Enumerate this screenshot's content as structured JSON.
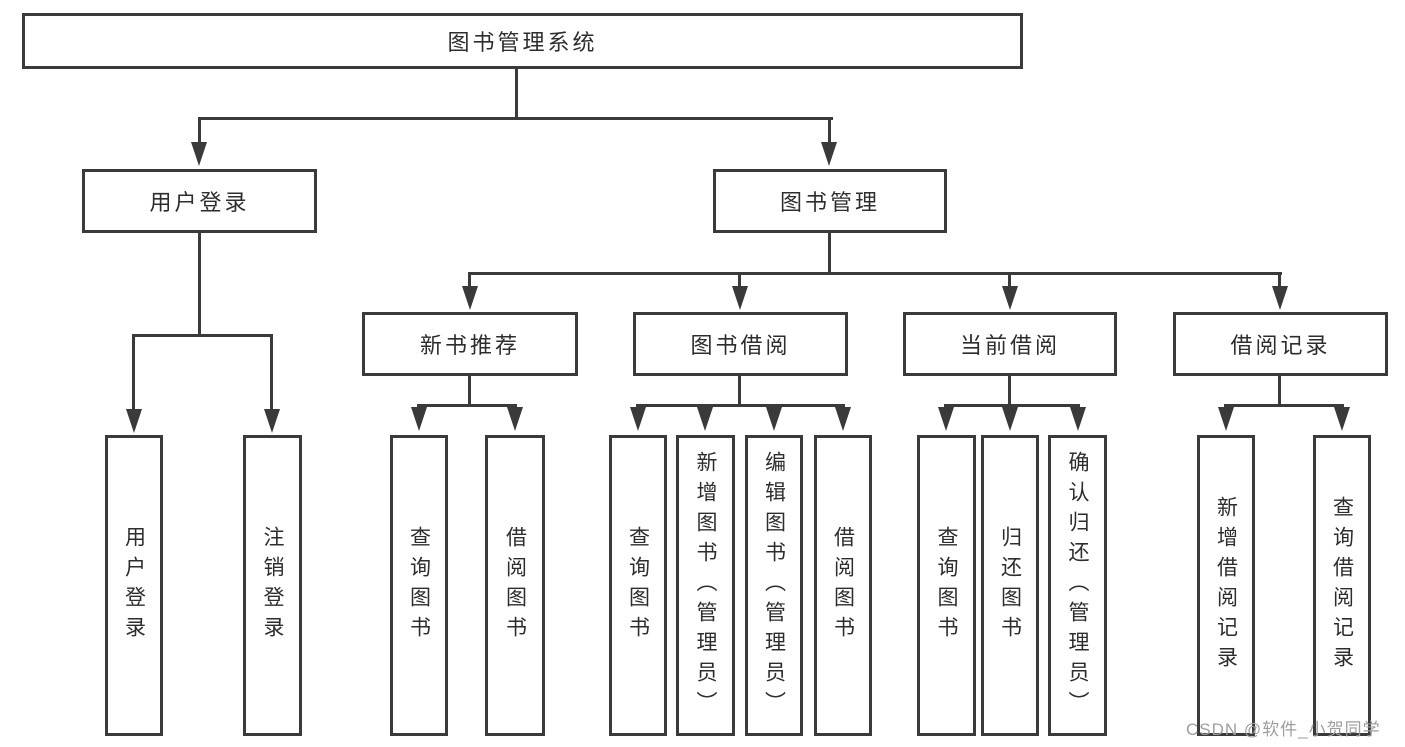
{
  "diagram": {
    "title": "图书管理系统",
    "watermark": "CSDN @软件_小贺同学",
    "colors": {
      "line": "#3a3a3a",
      "text": "#2d2d2d",
      "box_background": "#ffffff",
      "watermark": "#9e9e9e",
      "page_background": "#ffffff"
    },
    "nodes": {
      "root": {
        "label": "图书管理系统"
      },
      "level2": [
        {
          "label": "用户登录"
        },
        {
          "label": "图书管理"
        }
      ],
      "level3": [
        {
          "label": "新书推荐",
          "parent": "图书管理"
        },
        {
          "label": "图书借阅",
          "parent": "图书管理"
        },
        {
          "label": "当前借阅",
          "parent": "图书管理"
        },
        {
          "label": "借阅记录",
          "parent": "图书管理"
        }
      ],
      "leaves": [
        {
          "label": "用户登录",
          "parent": "用户登录"
        },
        {
          "label": "注销登录",
          "parent": "用户登录"
        },
        {
          "label": "查询图书",
          "parent": "新书推荐"
        },
        {
          "label": "借阅图书",
          "parent": "新书推荐"
        },
        {
          "label": "查询图书",
          "parent": "图书借阅"
        },
        {
          "label": "新增图书（管理员）",
          "parent": "图书借阅"
        },
        {
          "label": "编辑图书（管理员）",
          "parent": "图书借阅"
        },
        {
          "label": "借阅图书",
          "parent": "图书借阅"
        },
        {
          "label": "查询图书",
          "parent": "当前借阅"
        },
        {
          "label": "归还图书",
          "parent": "当前借阅"
        },
        {
          "label": "确认归还（管理员）",
          "parent": "当前借阅"
        },
        {
          "label": "新增借阅记录",
          "parent": "借阅记录"
        },
        {
          "label": "查询借阅记录",
          "parent": "借阅记录"
        }
      ]
    }
  }
}
